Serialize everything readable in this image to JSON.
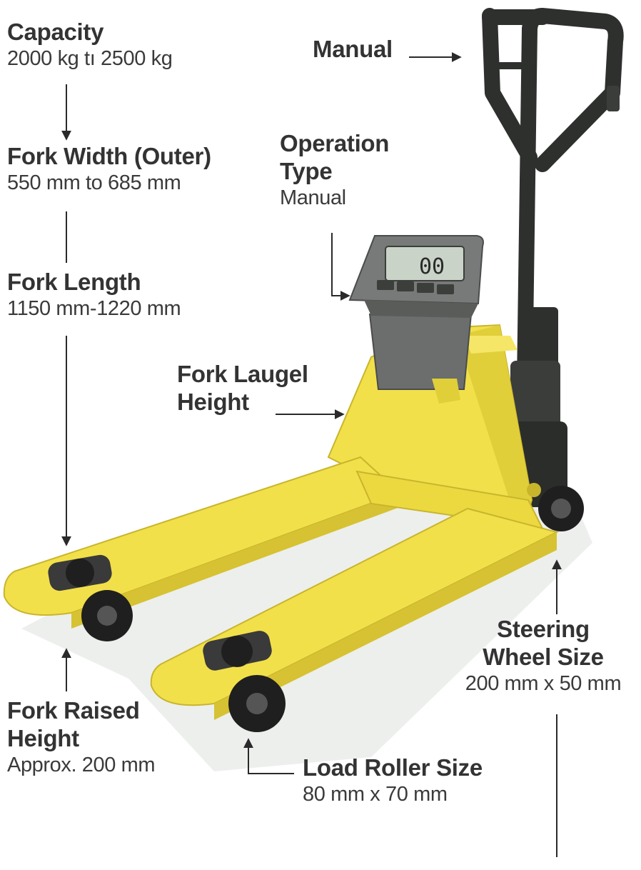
{
  "colors": {
    "fork_yellow": "#f2e04a",
    "fork_shadow": "#c9b52c",
    "handle_dark": "#2d302d",
    "scale_gray": "#6b6e6c",
    "display_green": "#c9d3c7",
    "wheel_black": "#1f1f1f",
    "shadow_gray": "#e4e6e3"
  },
  "labels": {
    "capacity": {
      "title": "Capacity",
      "value": "2000 kg tı 2500 kg"
    },
    "fork_width": {
      "title": "Fork Width (Outer)",
      "value": "550 mm to 685 mm"
    },
    "fork_length": {
      "title": "Fork Length",
      "value": "1150 mm-1220 mm"
    },
    "fork_raised": {
      "title_line1": "Fork Raised",
      "title_line2": "Height",
      "value": "Approx. 200 mm"
    },
    "manual": {
      "title": "Manual"
    },
    "operation": {
      "title_line1": "Operation",
      "title_line2": "Type",
      "value": "Manual"
    },
    "fork_laugel": {
      "title_line1": "Fork Laugel",
      "title_line2": "Height"
    },
    "steering": {
      "title_line1": "Steering",
      "title_line2": "Wheel Size",
      "value": "200 mm x 50 mm"
    },
    "load_roller": {
      "title": "Load Roller Size",
      "value": "80 mm x 70 mm"
    }
  },
  "display": {
    "digits": "00"
  },
  "icons": [
    "arrow-down-icon",
    "arrow-up-icon",
    "arrow-right-icon"
  ]
}
